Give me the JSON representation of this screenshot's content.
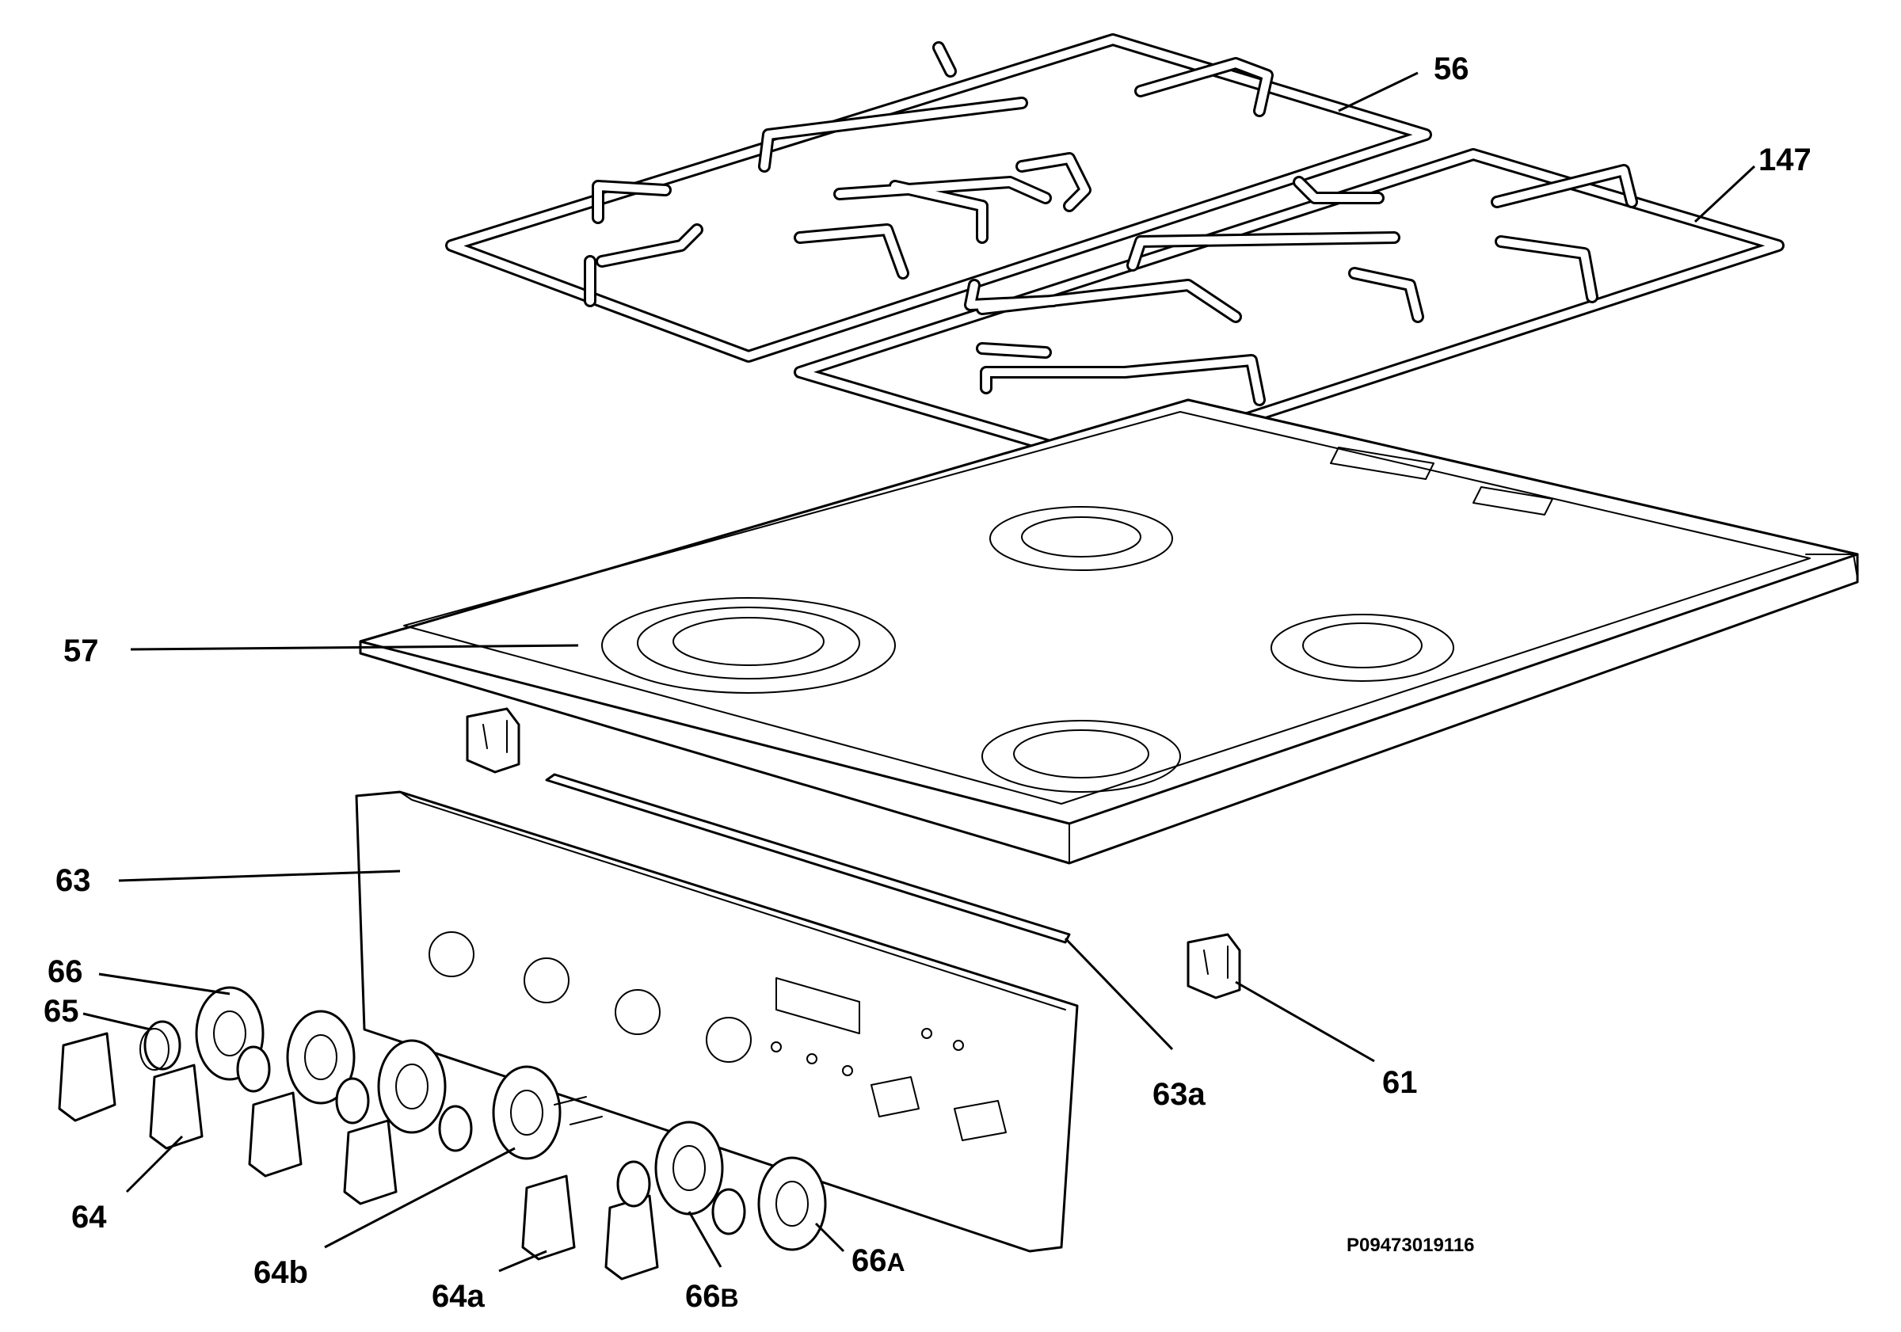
{
  "labels": {
    "grid_left": "56",
    "grid_right": "147",
    "hob_top": "57",
    "panel": "63",
    "panel_strip": "63a",
    "clip": "61",
    "bezel": "66",
    "spring": "65",
    "knob": "64",
    "knob_b": "64b",
    "knob_a": "64a",
    "bezel_b_num": "66",
    "bezel_b_suffix": "B",
    "bezel_a_num": "66",
    "bezel_a_suffix": "A"
  },
  "drawing_code": "P09473019116"
}
